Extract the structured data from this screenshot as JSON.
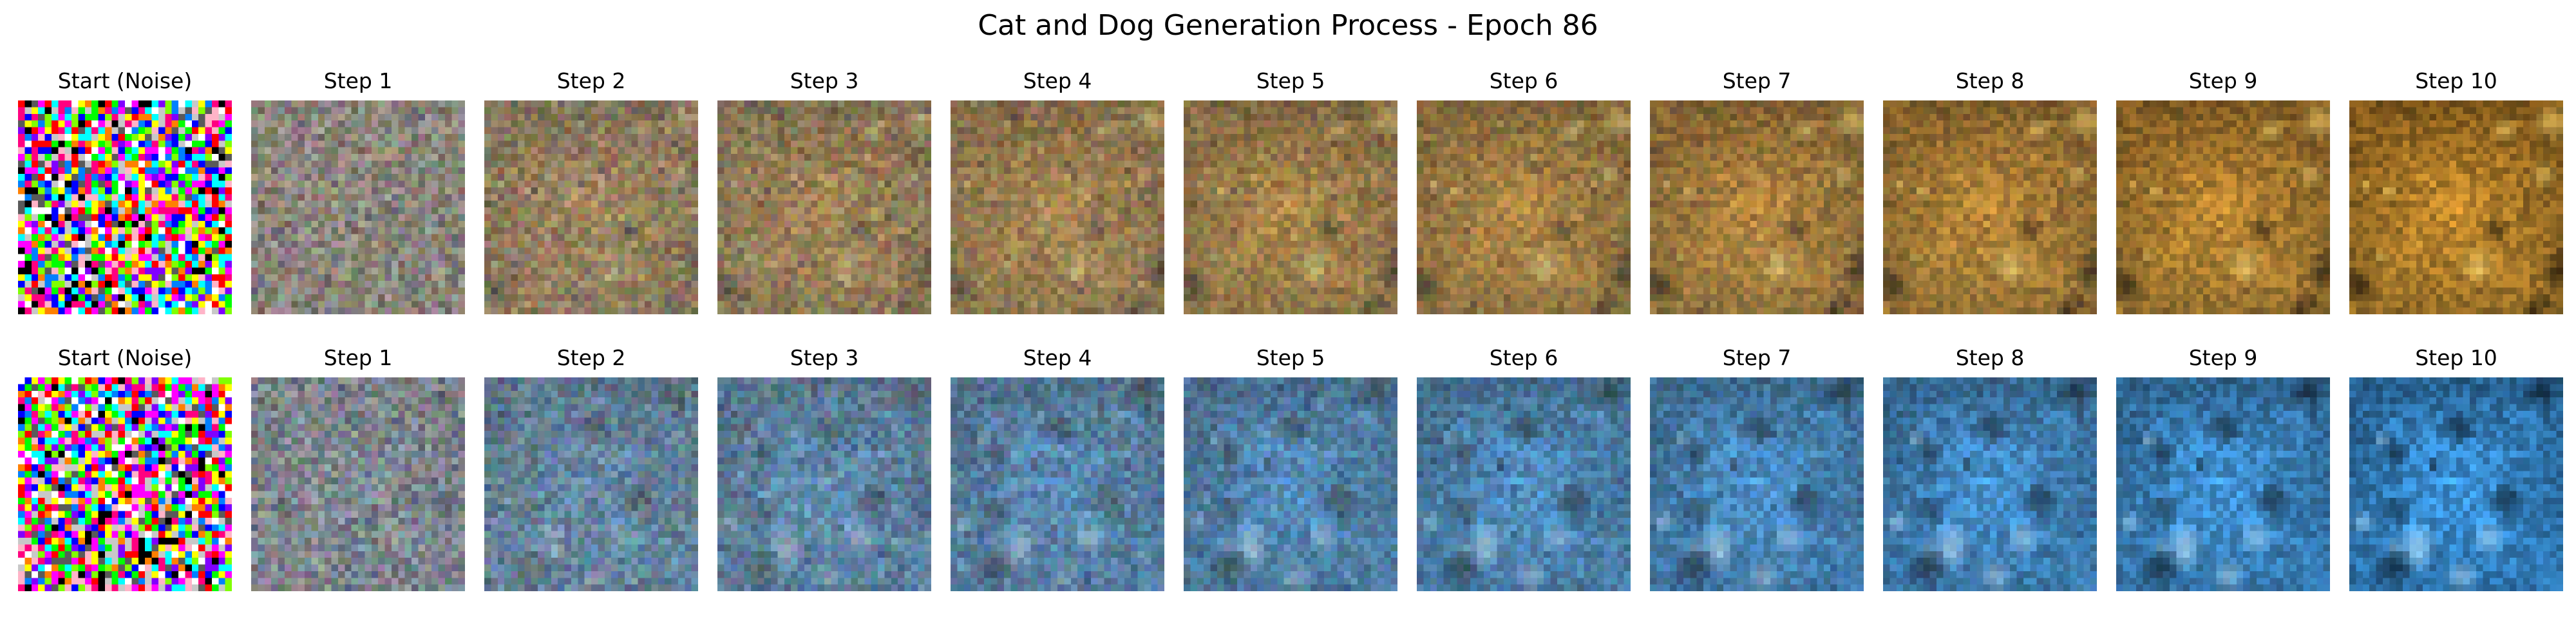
{
  "figure": {
    "title": "Cat and Dog Generation Process - Epoch 86"
  },
  "rows": [
    {
      "labels": [
        "Start (Noise)",
        "Step 1",
        "Step 2",
        "Step 3",
        "Step 4",
        "Step 5",
        "Step 6",
        "Step 7",
        "Step 8",
        "Step 9",
        "Step 10"
      ],
      "base_color": "#c98a2a",
      "background_color": "#5a5a34",
      "highlight_color": "#f6d26a"
    },
    {
      "labels": [
        "Start (Noise)",
        "Step 1",
        "Step 2",
        "Step 3",
        "Step 4",
        "Step 5",
        "Step 6",
        "Step 7",
        "Step 8",
        "Step 9",
        "Step 10"
      ],
      "base_color": "#3f9be6",
      "background_color": "#1a4f7c",
      "highlight_color": "#aee0ff"
    }
  ]
}
